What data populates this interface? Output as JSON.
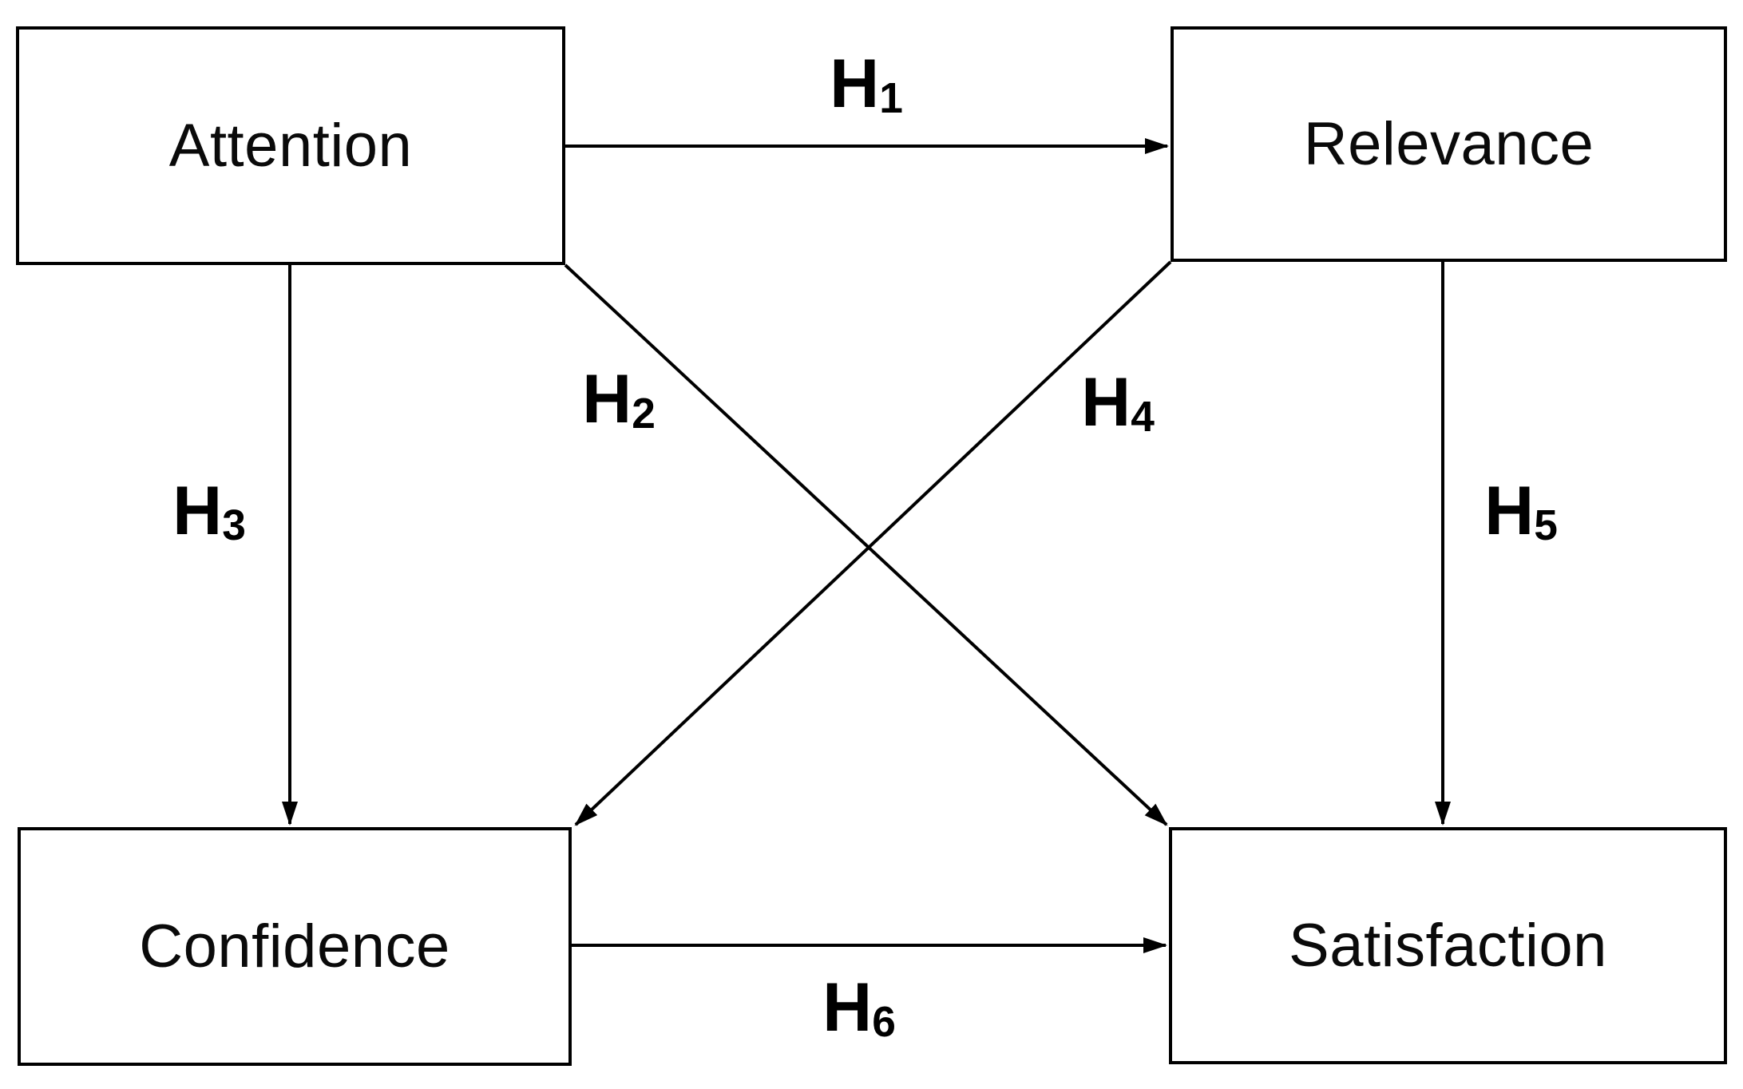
{
  "diagram": {
    "type": "hypothesis-path-model",
    "colors": {
      "background": "#ffffff",
      "stroke": "#000000",
      "text": "#0a0a0a"
    },
    "nodes": [
      {
        "id": "attention",
        "label": "Attention"
      },
      {
        "id": "relevance",
        "label": "Relevance"
      },
      {
        "id": "confidence",
        "label": "Confidence"
      },
      {
        "id": "satisfaction",
        "label": "Satisfaction"
      }
    ],
    "edges": [
      {
        "id": "h1",
        "from": "attention",
        "to": "relevance",
        "label_prefix": "H",
        "label_sub": "1"
      },
      {
        "id": "h2",
        "from": "attention",
        "to": "satisfaction",
        "label_prefix": "H",
        "label_sub": "2"
      },
      {
        "id": "h3",
        "from": "attention",
        "to": "confidence",
        "label_prefix": "H",
        "label_sub": "3"
      },
      {
        "id": "h4",
        "from": "relevance",
        "to": "confidence",
        "label_prefix": "H",
        "label_sub": "4"
      },
      {
        "id": "h5",
        "from": "relevance",
        "to": "satisfaction",
        "label_prefix": "H",
        "label_sub": "5"
      },
      {
        "id": "h6",
        "from": "confidence",
        "to": "satisfaction",
        "label_prefix": "H",
        "label_sub": "6"
      }
    ]
  }
}
